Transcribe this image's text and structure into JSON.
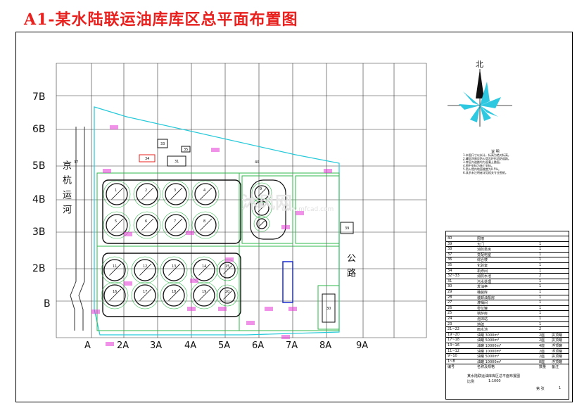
{
  "title": "A1-某水陆联运油库库区总平面布置图",
  "grid": {
    "rows": [
      "7B",
      "6B",
      "5B",
      "4B",
      "3B",
      "2B",
      "B"
    ],
    "cols": [
      "A",
      "2A",
      "3A",
      "4A",
      "5A",
      "6A",
      "7A",
      "8A",
      "9A"
    ]
  },
  "river_label": "京杭运河",
  "road_label": "公路",
  "north_label": "北",
  "watermark": "沐风网",
  "watermark_url": "www.mfcad.com",
  "tank_numbers_top": [
    "1",
    "2",
    "3",
    "4",
    "5",
    "6",
    "7",
    "8"
  ],
  "tank_numbers_bottom": [
    "11",
    "12",
    "13",
    "14",
    "15",
    "16",
    "17",
    "18",
    "19",
    "20"
  ],
  "building_labels": [
    "34",
    "31",
    "33",
    "35",
    "37",
    "40",
    "39",
    "30"
  ],
  "notes_title": "说 明",
  "notes": [
    "1.本图尺寸以米计，标高为绝对标高。",
    "2.罐区四周设防火堤及环形消防道路。",
    "3.库区内道路均为混凝土路面。",
    "4.图中坐标为施工坐标。",
    "5.防火堤内地面坡度为0.5%。",
    "6.其余未注明者详见相关专业图纸。"
  ],
  "legend_table": [
    [
      "40",
      "围墙",
      "",
      ""
    ],
    [
      "39",
      "大门",
      "1",
      ""
    ],
    [
      "38",
      "消防泵房",
      "1",
      ""
    ],
    [
      "37",
      "变配电室",
      "1",
      ""
    ],
    [
      "36",
      "综合楼",
      "1",
      ""
    ],
    [
      "35",
      "化验室",
      "1",
      ""
    ],
    [
      "34",
      "机修间",
      "1",
      ""
    ],
    [
      "32~33",
      "消防水池",
      "2",
      ""
    ],
    [
      "31",
      "污水处理",
      "1",
      ""
    ],
    [
      "30",
      "发油亭",
      "1",
      ""
    ],
    [
      "29",
      "桶装库",
      "1",
      ""
    ],
    [
      "28",
      "装卸油泵房",
      "1",
      ""
    ],
    [
      "27",
      "灌桶间",
      "1",
      ""
    ],
    [
      "26",
      "零位罐",
      "1",
      ""
    ],
    [
      "25",
      "锅炉房",
      "1",
      ""
    ],
    [
      "24",
      "泡沫站",
      "1",
      ""
    ],
    [
      "23",
      "地磅",
      "1",
      ""
    ],
    [
      "21~22",
      "雨水池",
      "2",
      ""
    ],
    [
      "19~20",
      "油罐 3000m³",
      "2座",
      "拱顶罐"
    ],
    [
      "17~18",
      "油罐 5000m³",
      "2座",
      "拱顶罐"
    ],
    [
      "13~16",
      "油罐 10000m³",
      "4座",
      "浮顶罐"
    ],
    [
      "11~12",
      "油罐 10000m³",
      "2座",
      "浮顶罐"
    ],
    [
      "9~10",
      "油罐 5000m³",
      "2座",
      "拱顶罐"
    ],
    [
      "1~8",
      "油罐 10000m³",
      "8座",
      "浮顶罐"
    ]
  ],
  "table_header": [
    "编号",
    "名称及规格",
    "数量",
    "备注"
  ],
  "table_footer": {
    "project": "某水陆联运油库库区总平面布置图",
    "scale_label": "比例",
    "scale_value": "1:1000",
    "sheet_label": "第 张",
    "sheet_value": "1"
  }
}
